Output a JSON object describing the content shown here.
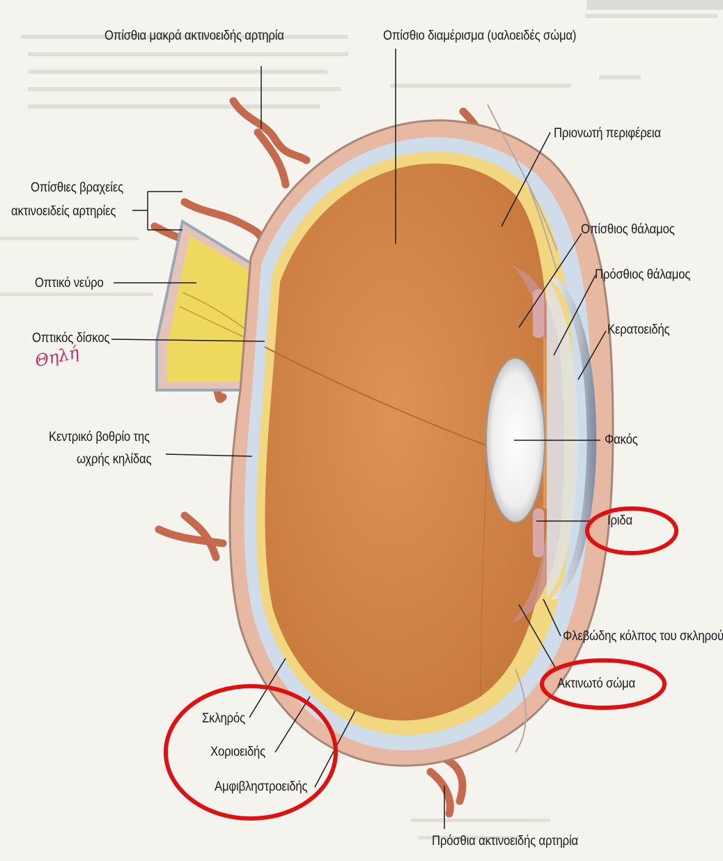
{
  "labels": {
    "post_long_ciliary_artery": "Οπίσθια μακρά ακτινοειδής αρτηρία",
    "posterior_compartment": "Οπίσθιο διαμέρισμα (υαλοειδές σώμα)",
    "ora_serrata": "Πριονωτή περιφέρεια",
    "post_short_ciliary_line1": "Οπίσθιες βραχείες",
    "post_short_ciliary_line2": "ακτινοειδείς αρτηρίες",
    "posterior_chamber": "Οπίσθιος θάλαμος",
    "anterior_chamber": "Πρόσθιος θάλαμος",
    "optic_nerve": "Οπτικό νεύρο",
    "cornea": "Κερατοειδής",
    "optic_disc": "Οπτικός δίσκος",
    "central_fovea_line1": "Κεντρικό βοθρίο της",
    "central_fovea_line2": "ωχρής κηλίδας",
    "lens": "Φακός",
    "iris": "Ιριδα",
    "scleral_venous_sinus": "Φλεβώδης κόλπος του σκληρού",
    "ciliary_body": "Ακτινωτό σώμα",
    "sclera": "Σκληρός",
    "choroid": "Χοριοειδής",
    "retina": "Αμφιβληστροειδής",
    "ant_ciliary_artery": "Πρόσθια ακτινοειδής αρτηρία"
  },
  "annotation": "Θηλή",
  "colors": {
    "vitreous": "#d98b4d",
    "sclera": "#e7b8a1",
    "choroid": "#c9d9e6",
    "retina": "#f1d77f",
    "optic_nerve": "#f0d85a",
    "vessel": "#c96b4f",
    "highlight_circle": "#e01010",
    "lens": "#f2f2f2",
    "cornea": "#9aa3b5"
  }
}
